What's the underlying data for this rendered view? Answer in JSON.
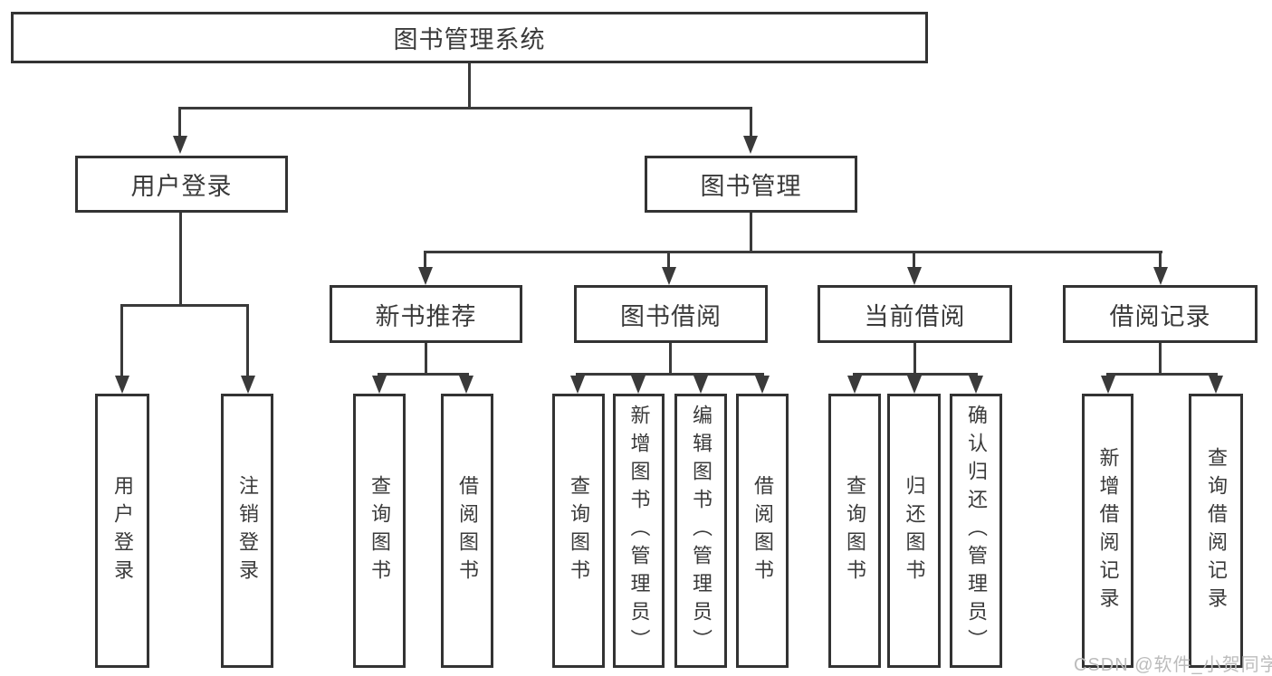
{
  "diagram_type": "hierarchy-tree",
  "tree": {
    "label": "图书管理系统",
    "children": [
      {
        "label": "用户登录",
        "children": [
          {
            "label": "用户登录"
          },
          {
            "label": "注销登录"
          }
        ]
      },
      {
        "label": "图书管理",
        "children": [
          {
            "label": "新书推荐",
            "children": [
              {
                "label": "查询图书"
              },
              {
                "label": "借阅图书"
              }
            ]
          },
          {
            "label": "图书借阅",
            "children": [
              {
                "label": "查询图书"
              },
              {
                "label": "新增图书（管理员）"
              },
              {
                "label": "编辑图书（管理员）"
              },
              {
                "label": "借阅图书"
              }
            ]
          },
          {
            "label": "当前借阅",
            "children": [
              {
                "label": "查询图书"
              },
              {
                "label": "归还图书"
              },
              {
                "label": "确认归还（管理员）"
              }
            ]
          },
          {
            "label": "借阅记录",
            "children": [
              {
                "label": "新增借阅记录"
              },
              {
                "label": "查询借阅记录"
              }
            ]
          }
        ]
      }
    ]
  },
  "watermark": {
    "text": "CSDN @软件_小贺同学"
  },
  "colors": {
    "line": "#3a3a3a",
    "box_border": "#333333",
    "text": "#3a3a3a",
    "watermark": "#bcbcbc",
    "background": "#ffffff"
  }
}
